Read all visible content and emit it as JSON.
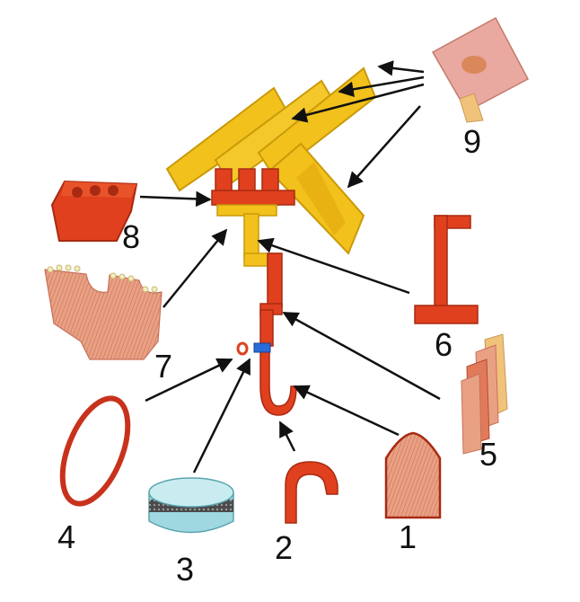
{
  "diagram": {
    "parts": [
      {
        "id": "part-1",
        "label": "1"
      },
      {
        "id": "part-2",
        "label": "2"
      },
      {
        "id": "part-3",
        "label": "3"
      },
      {
        "id": "part-4",
        "label": "4"
      },
      {
        "id": "part-5",
        "label": "5"
      },
      {
        "id": "part-6",
        "label": "6"
      },
      {
        "id": "part-7",
        "label": "7"
      },
      {
        "id": "part-8",
        "label": "8"
      },
      {
        "id": "part-9",
        "label": "9"
      }
    ]
  },
  "colors": {
    "yellow": "#f2c11c",
    "yellow_dark": "#c99a08",
    "red": "#e0401e",
    "red_dark": "#a82a12",
    "skin": "#e8a98a",
    "cyan": "#9fd8e0",
    "arrow": "#111111"
  }
}
